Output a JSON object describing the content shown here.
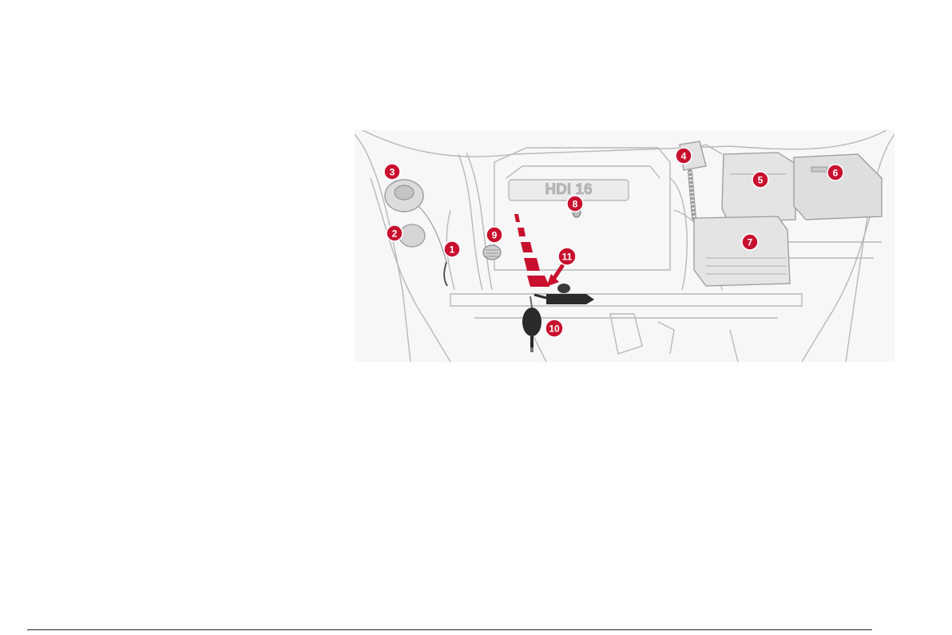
{
  "engine_label": "HDI 16",
  "callouts": [
    {
      "number": "1",
      "color": "#c8102e"
    },
    {
      "number": "2",
      "color": "#c8102e"
    },
    {
      "number": "3",
      "color": "#c8102e"
    },
    {
      "number": "4",
      "color": "#c8102e"
    },
    {
      "number": "5",
      "color": "#c8102e"
    },
    {
      "number": "6",
      "color": "#c8102e"
    },
    {
      "number": "7",
      "color": "#c8102e"
    },
    {
      "number": "8",
      "color": "#c8102e"
    },
    {
      "number": "9",
      "color": "#c8102e"
    },
    {
      "number": "10",
      "color": "#c8102e"
    },
    {
      "number": "11",
      "color": "#c8102e"
    }
  ],
  "colors": {
    "outline": "#b5b5b5",
    "accent": "#c8102e",
    "pump": "#2b2b2b"
  }
}
